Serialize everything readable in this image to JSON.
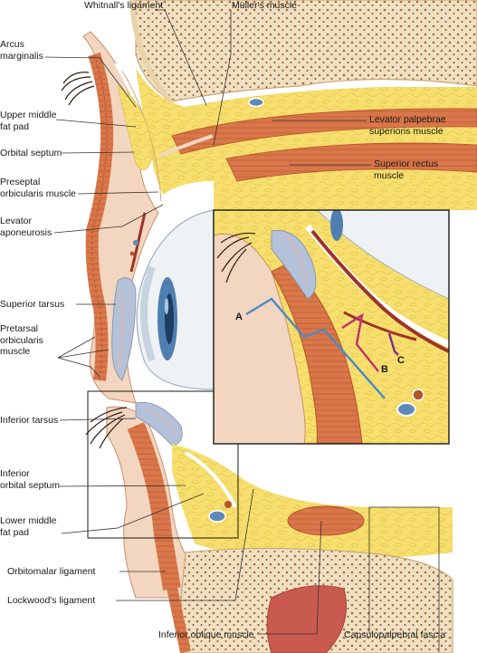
{
  "figure": {
    "labels": {
      "whitnalls_ligament": "Whitnall's ligament",
      "mullers_muscle": "Müller's muscle",
      "arcus_marginalis": "Arcus\nmarginalis",
      "upper_middle_fat_pad": "Upper middle\nfat pad",
      "orbital_septum": "Orbital septum",
      "preseptal_orbicularis": "Preseptal\norbicularis muscle",
      "levator_aponeurosis": "Levator\naponeurosis",
      "superior_tarsus": "Superior tarsus",
      "pretarsal_orbicularis": "Pretarsal\norbicularis\nmuscle",
      "inferior_tarsus": "Inferior tarsus",
      "inferior_orbital_septum": "Inferior\norbital septum",
      "lower_middle_fat_pad": "Lower middle\nfat pad",
      "orbitomalar_ligament": "Orbitomalar ligament",
      "lockwoods_ligament": "Lockwood's ligament",
      "inferior_oblique": "Inferior oblique muscle",
      "capsulopalpebral_fascia": "Capsulopalpebral fascia",
      "levator_palpebrae": "Levator palpebrae\nsuperioris muscle",
      "superior_rectus": "Superior rectus\nmuscle"
    },
    "inset_markers": {
      "a": "A",
      "b": "B",
      "c": "C"
    },
    "colors": {
      "skin": "#f3d6bf",
      "fat": "#f7e27a",
      "muscle": "#d9774a",
      "muscle_dark": "#b5532b",
      "bone": "#efe0c2",
      "bone_dots": "#a96a3a",
      "sclera": "#eef2f5",
      "iris": "#4f7fb0",
      "tarsus": "#b3c2d8",
      "marker_a": "#4a88c9",
      "marker_b": "#c0306f",
      "marker_c": "#7a2a8c"
    }
  }
}
